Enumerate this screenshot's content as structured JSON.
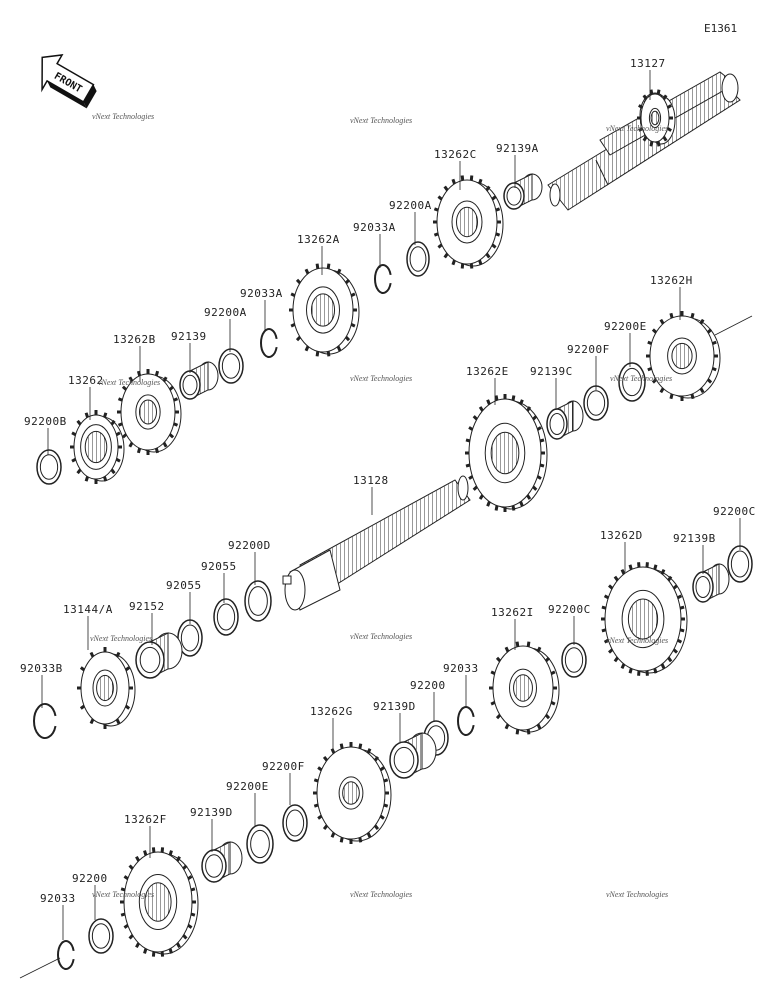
{
  "diagram_code": "E1361",
  "front_label": "FRONT",
  "watermark": "vNext Technologies",
  "parts": {
    "p13127": "13127",
    "p92139A": "92139A",
    "p13262C": "13262C",
    "p92200A_top": "92200A",
    "p92033A_top": "92033A",
    "p13262A": "13262A",
    "p92033A": "92033A",
    "p92200A": "92200A",
    "p92139": "92139",
    "p13262B": "13262B",
    "p13262": "13262",
    "p92200B": "92200B",
    "p13262H": "13262H",
    "p92200E_top": "92200E",
    "p92200F_top": "92200F",
    "p92139C": "92139C",
    "p13262E": "13262E",
    "p13128": "13128",
    "p92200D": "92200D",
    "p92055a": "92055",
    "p92055b": "92055",
    "p92152": "92152",
    "p13144A": "13144/A",
    "p92033B": "92033B",
    "p92200C_top": "92200C",
    "p13262D": "13262D",
    "p92139B": "92139B",
    "p13262I": "13262I",
    "p92200C": "92200C",
    "p92033": "92033",
    "p92200": "92200",
    "p92139D": "92139D",
    "p13262G": "13262G",
    "p92200F": "92200F",
    "p92200E": "92200E",
    "p92139D_b": "92139D",
    "p13262F": "13262F",
    "p92200_b": "92200",
    "p92033_b": "92033"
  }
}
